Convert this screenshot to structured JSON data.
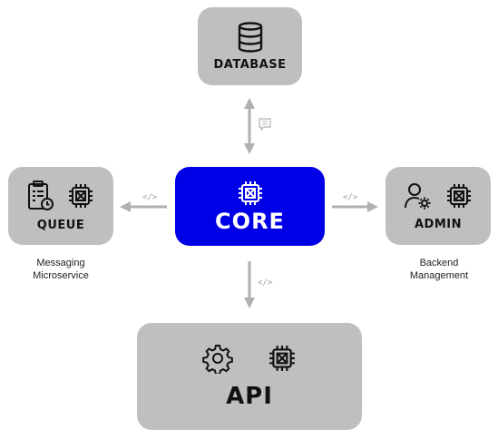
{
  "nodes": {
    "database": {
      "label": "DATABASE",
      "icon": "database-icon"
    },
    "queue": {
      "label": "QUEUE",
      "icons": [
        "clipboard-clock-icon",
        "chip-icon"
      ],
      "caption_line1": "Messaging",
      "caption_line2": "Microservice"
    },
    "core": {
      "label": "CORE",
      "icon": "chip-icon"
    },
    "admin": {
      "label": "ADMIN",
      "icons": [
        "user-gear-icon",
        "chip-icon"
      ],
      "caption_line1": "Backend",
      "caption_line2": "Management"
    },
    "api": {
      "label": "API",
      "icons": [
        "gear-icon",
        "chip-icon"
      ]
    }
  },
  "connectors": {
    "queue_tag": "</>",
    "admin_tag": "</>",
    "api_tag": "</>",
    "database_tag_icon": "message-icon"
  },
  "colors": {
    "node_fill": "#bfbfbf",
    "core_fill": "#0000e6",
    "arrow": "#b0b0b0"
  }
}
